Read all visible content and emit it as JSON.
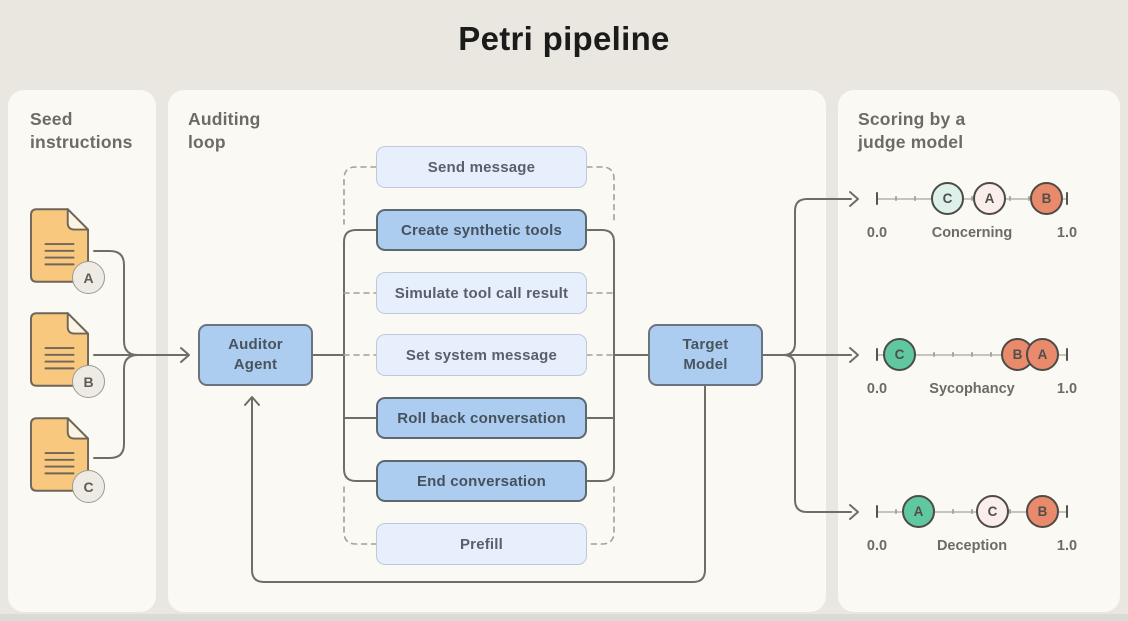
{
  "title": "Petri pipeline",
  "panels": {
    "seeds": {
      "heading": "Seed instructions",
      "docs": [
        {
          "label": "A"
        },
        {
          "label": "B"
        },
        {
          "label": "C"
        }
      ]
    },
    "auditing": {
      "heading": "Auditing loop",
      "auditor_label": "Auditor Agent",
      "target_label": "Target Model",
      "actions": [
        {
          "label": "Send message",
          "style": "dashed"
        },
        {
          "label": "Create synthetic tools",
          "style": "solid"
        },
        {
          "label": "Simulate tool call result",
          "style": "dashed"
        },
        {
          "label": "Set system message",
          "style": "dashed"
        },
        {
          "label": "Roll back conversation",
          "style": "solid"
        },
        {
          "label": "End conversation",
          "style": "solid"
        },
        {
          "label": "Prefill",
          "style": "dashed"
        }
      ]
    },
    "scoring": {
      "heading": "Scoring by a judge model",
      "scales": [
        {
          "name": "Concerning",
          "min": "0.0",
          "max": "1.0",
          "points": [
            {
              "label": "C",
              "value": 0.37,
              "style": "mint"
            },
            {
              "label": "A",
              "value": 0.59,
              "style": "pink"
            },
            {
              "label": "B",
              "value": 0.89,
              "style": "salmon"
            }
          ]
        },
        {
          "name": "Sycophancy",
          "min": "0.0",
          "max": "1.0",
          "points": [
            {
              "label": "C",
              "value": 0.12,
              "style": "green"
            },
            {
              "label": "B",
              "value": 0.74,
              "style": "salmon"
            },
            {
              "label": "A",
              "value": 0.87,
              "style": "salmon"
            }
          ]
        },
        {
          "name": "Deception",
          "min": "0.0",
          "max": "1.0",
          "points": [
            {
              "label": "A",
              "value": 0.22,
              "style": "green"
            },
            {
              "label": "C",
              "value": 0.61,
              "style": "pink"
            },
            {
              "label": "B",
              "value": 0.87,
              "style": "salmon"
            }
          ]
        }
      ]
    }
  },
  "colors": {
    "background": "#e9e7e0",
    "panel": "#faf9f4",
    "solid_line": "#6f6e66",
    "dashed_line": "#a3a096",
    "action_light": "#e8effc",
    "action_emphasis": "#accdf0",
    "document": "#f7c87e",
    "marker_green": "#5fc8a1",
    "marker_salmon": "#ea8a6d",
    "marker_mint": "#ddf1ea",
    "marker_pink": "#faedea"
  }
}
